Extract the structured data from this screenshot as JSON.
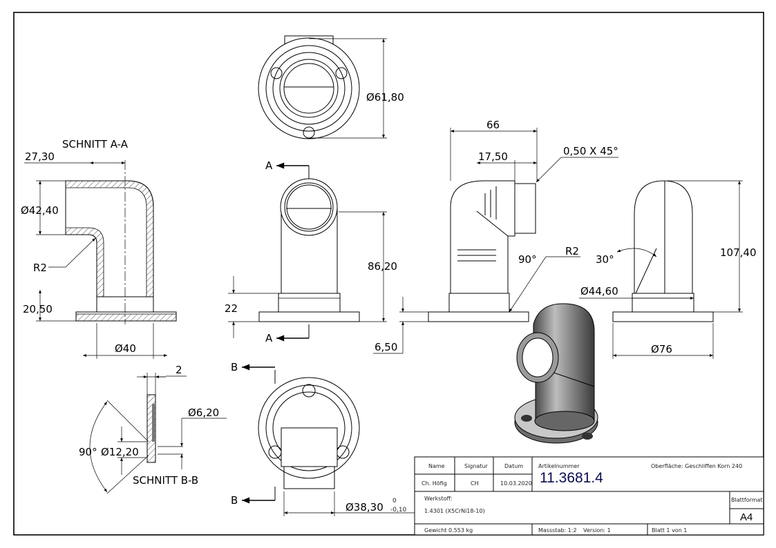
{
  "dimensions": {
    "top_diameter": "Ø61,80",
    "section_a_title": "SCHNITT A-A",
    "sec_27": "27,30",
    "sec_42": "Ø42,40",
    "sec_r2": "R2",
    "sec_20": "20,50",
    "sec_40": "Ø40",
    "front_a_top": "A",
    "front_a_bottom": "A",
    "front_86": "86,20",
    "front_22": "22",
    "side_66": "66",
    "side_17": "17,50",
    "side_chamfer": "0,50 X 45°",
    "side_r2": "R2",
    "side_90": "90°",
    "side_650": "6,50",
    "right_30": "30°",
    "right_446": "Ø44,60",
    "right_107": "107,40",
    "right_76": "Ø76",
    "b_2": "2",
    "b_620": "Ø6,20",
    "b_90": "90°",
    "b_1220": "Ø12,20",
    "section_b_title": "SCHNITT B-B",
    "bottom_b_top": "B",
    "bottom_b_bottom": "B",
    "bottom_3830": "Ø38,30",
    "tol_upper": "0",
    "tol_lower": "-0,10"
  },
  "title_block": {
    "name_label": "Name",
    "signatur_label": "Signatur",
    "datum_label": "Datum",
    "name_value": "Ch. Höfig",
    "signatur_value": "CH",
    "datum_value": "10.03.2020",
    "artikelnummer_label": "Artikelnummer",
    "artikelnummer_value": "11.3681.4",
    "oberflaeche": "Oberfläche:  Geschliffen Korn 240",
    "werkstoff_label": "Werkstoff:",
    "werkstoff_value": "1.4301 (X5CrNi18-10)",
    "blattformat_label": "Blattformat",
    "blattformat_value": "A4",
    "gewicht": "Gewicht 0.553 kg",
    "massstab": "Massstab: 1:2",
    "version": "Version: 1",
    "blatt": "Blatt 1 von 1"
  }
}
